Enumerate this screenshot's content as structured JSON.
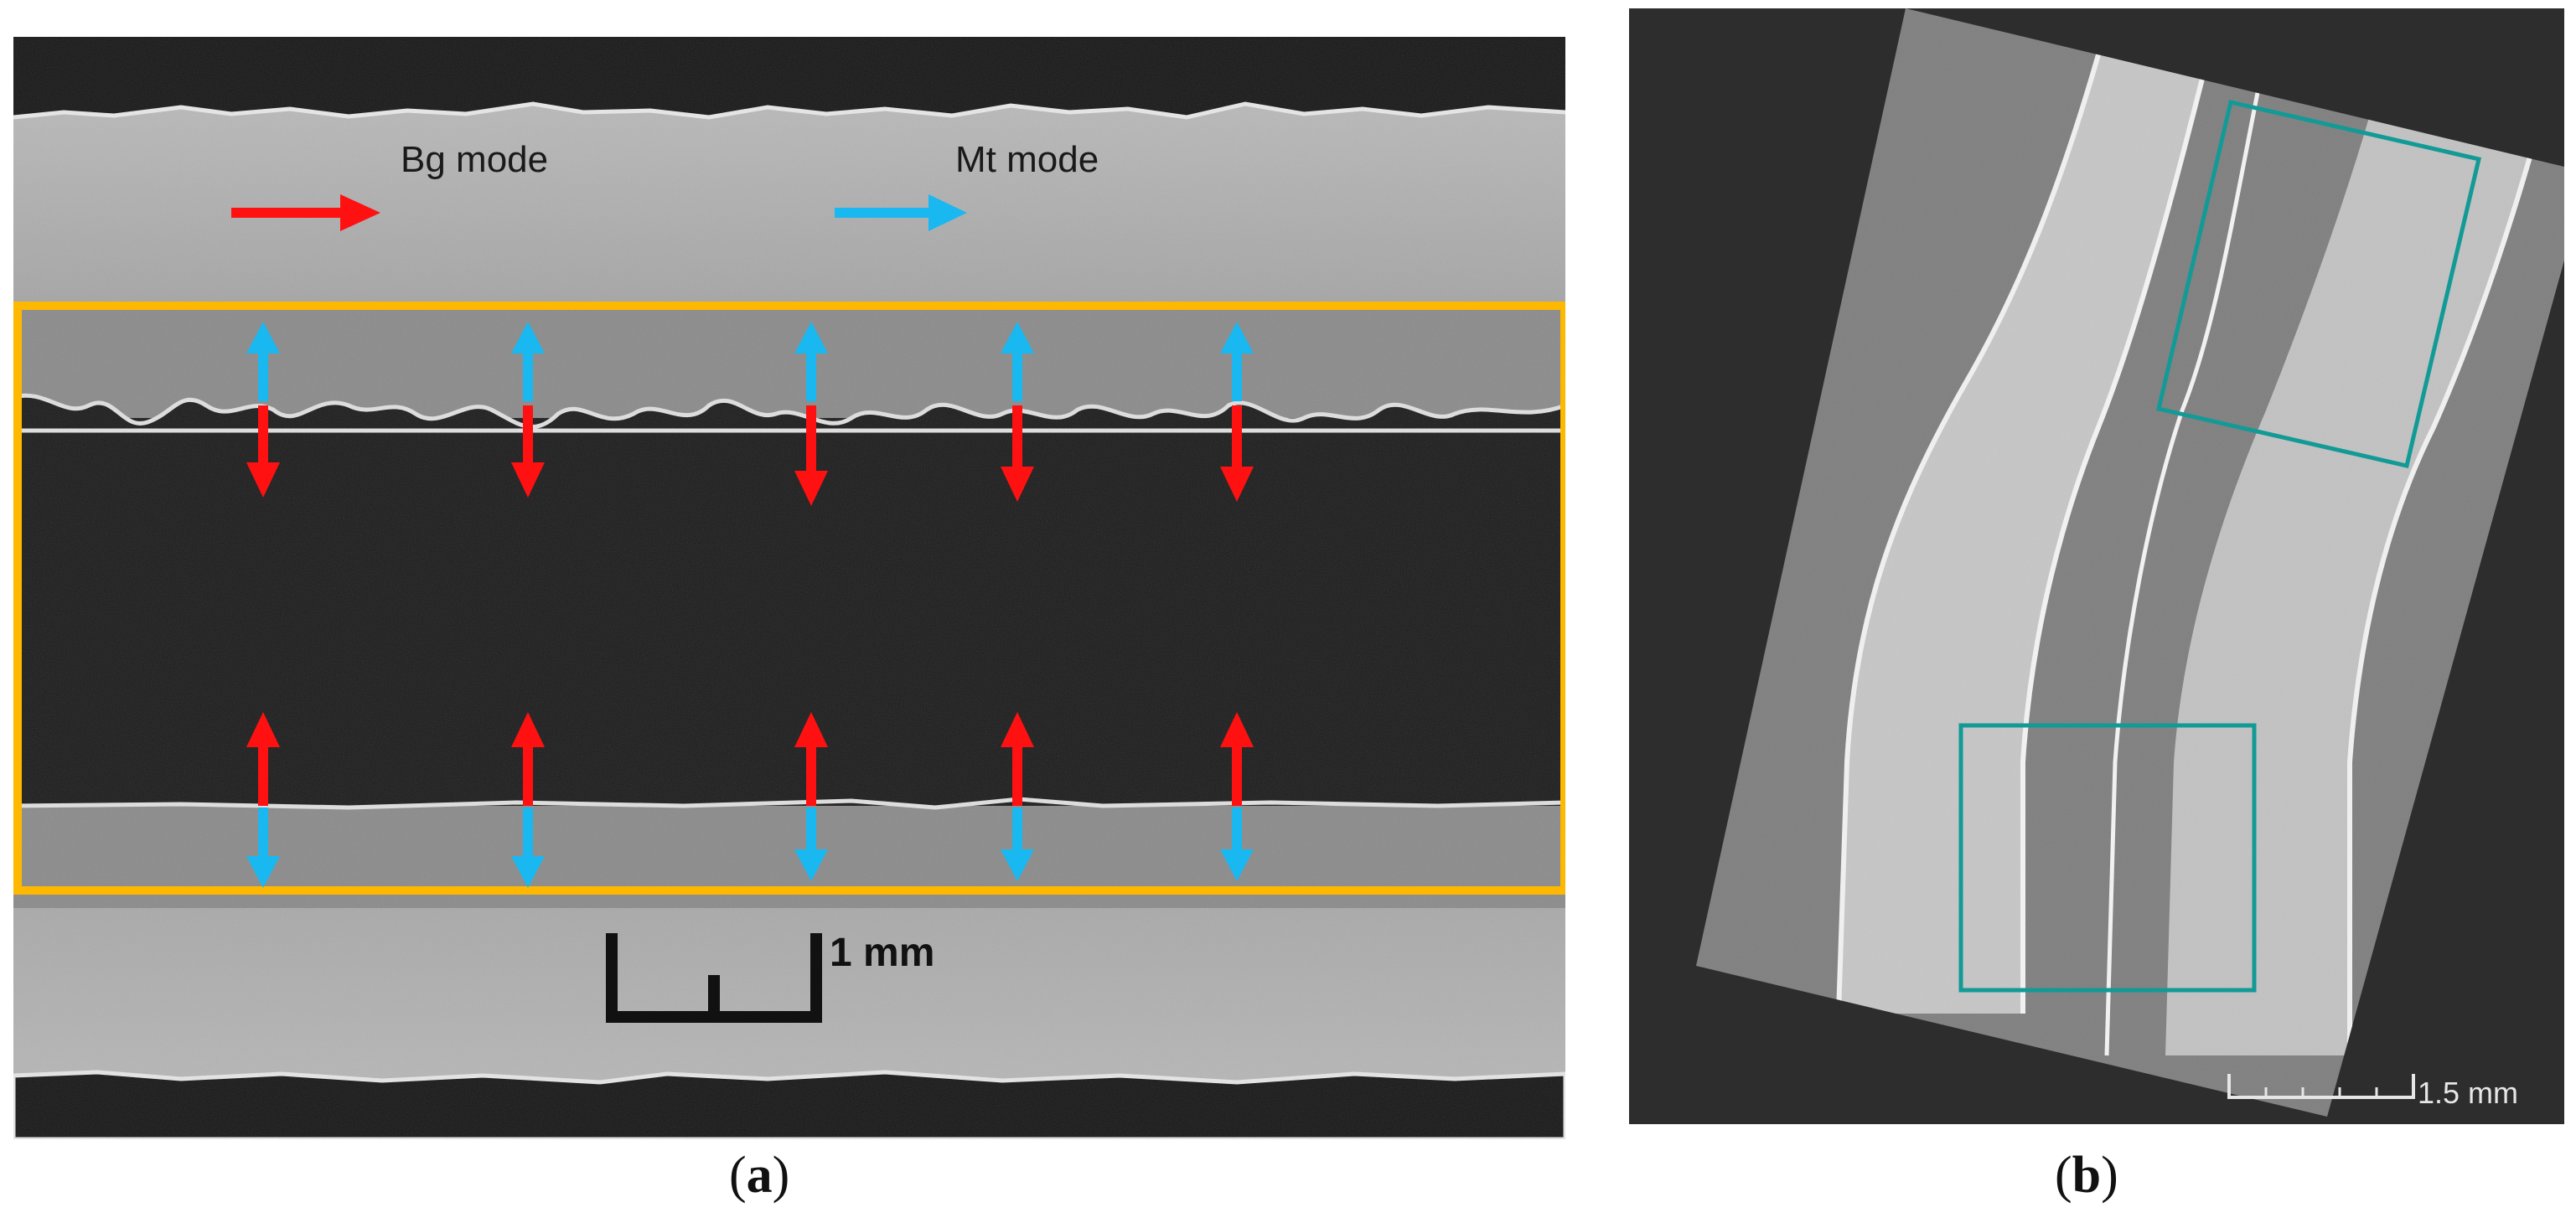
{
  "panel_a": {
    "legend": [
      {
        "label": "Bg mode",
        "color": "#ff1111"
      },
      {
        "label": "Mt mode",
        "color": "#19b8f0"
      }
    ],
    "scale_bar_label": "1 mm",
    "highlight_color": "#ffb800",
    "caption_letter": "a"
  },
  "panel_b": {
    "scale_bar_label": "1.5 mm",
    "roi_color": "#129a96",
    "caption_letter": "b"
  }
}
